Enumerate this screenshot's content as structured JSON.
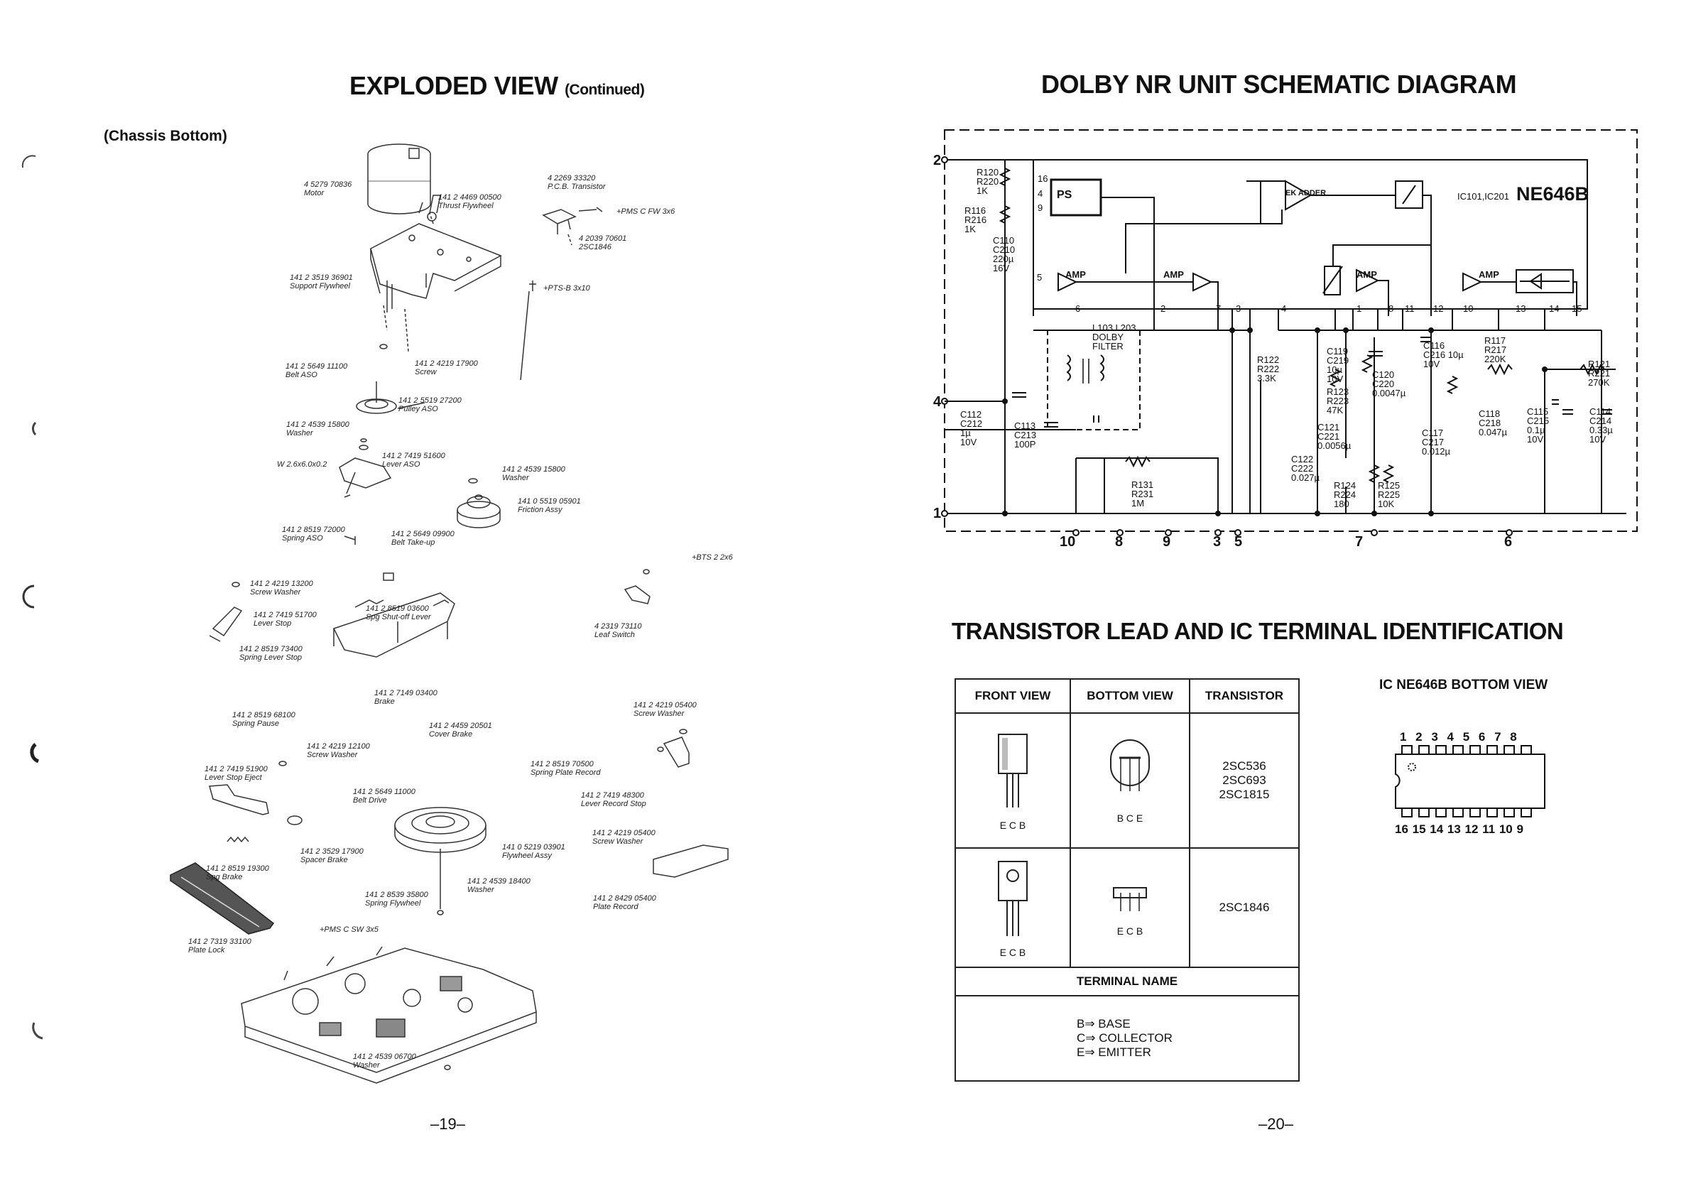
{
  "left_page": {
    "title": "EXPLODED VIEW",
    "title_suffix": "(Continued)",
    "subtitle": "(Chassis Bottom)",
    "page_number": "–19–",
    "parts": [
      {
        "num": "4 5279 70836",
        "name": "Motor"
      },
      {
        "num": "141 2 4469 00500",
        "name": "Thrust Flywheel"
      },
      {
        "num": "4 2269 33320",
        "name": "P.C.B. Transistor"
      },
      {
        "num": "+PMS C FW 3x6",
        "name": ""
      },
      {
        "num": "4 2039 70601",
        "name": "2SC1846"
      },
      {
        "num": "141 2 3519 36901",
        "name": "Support Flywheel"
      },
      {
        "num": "+PTS-B 3x10",
        "name": ""
      },
      {
        "num": "141 2 5649 11100",
        "name": "Belt ASO"
      },
      {
        "num": "141 2 4219 17900",
        "name": "Screw"
      },
      {
        "num": "141 2 5519 27200",
        "name": "Pulley ASO"
      },
      {
        "num": "141 2 4539 15800",
        "name": "Washer"
      },
      {
        "num": "141 2 7419 51600",
        "name": "Lever ASO"
      },
      {
        "num": "W 2.6x6.0x0.2",
        "name": ""
      },
      {
        "num": "141 2 4539 15800",
        "name": "Washer"
      },
      {
        "num": "141 0 5519 05901",
        "name": "Friction Assy"
      },
      {
        "num": "141 2 8519 72000",
        "name": "Spring ASO"
      },
      {
        "num": "141 2 5649 09900",
        "name": "Belt Take-up"
      },
      {
        "num": "+BTS 2 2x6",
        "name": ""
      },
      {
        "num": "141 2 4219 13200",
        "name": "Screw Washer"
      },
      {
        "num": "141 2 7419 51700",
        "name": "Lever Stop"
      },
      {
        "num": "141 2 8519 03600",
        "name": "Spg Shut-off Lever"
      },
      {
        "num": "141 2 8519 73400",
        "name": "Spring Lever Stop"
      },
      {
        "num": "4 2319 73110",
        "name": "Leaf Switch"
      },
      {
        "num": "141 2 7149 03400",
        "name": "Brake"
      },
      {
        "num": "141 2 8519 68100",
        "name": "Spring Pause"
      },
      {
        "num": "141 2 4219 05400",
        "name": "Screw Washer"
      },
      {
        "num": "141 2 4459 20501",
        "name": "Cover Brake"
      },
      {
        "num": "141 2 4219 12100",
        "name": "Screw Washer"
      },
      {
        "num": "141 2 7419 51900",
        "name": "Lever Stop Eject"
      },
      {
        "num": "141 2 8519 70500",
        "name": "Spring Plate Record"
      },
      {
        "num": "141 2 5649 11000",
        "name": "Belt Drive"
      },
      {
        "num": "141 2 7419 48300",
        "name": "Lever Record Stop"
      },
      {
        "num": "141 2 3529 17900",
        "name": "Spacer Brake"
      },
      {
        "num": "141 2 4219 05400",
        "name": "Screw Washer"
      },
      {
        "num": "141 0 5219 03901",
        "name": "Flywheel Assy"
      },
      {
        "num": "141 2 8519 19300",
        "name": "Spg Brake"
      },
      {
        "num": "141 2 4539 18400",
        "name": "Washer"
      },
      {
        "num": "141 2 8539 35800",
        "name": "Spring Flywheel"
      },
      {
        "num": "141 2 8429 05400",
        "name": "Plate Record"
      },
      {
        "num": "141 2 7319 33100",
        "name": "Plate Lock"
      },
      {
        "num": "+PMS C SW 3x5",
        "name": ""
      },
      {
        "num": "141 2 4539 06700",
        "name": "Washer"
      }
    ]
  },
  "right_page": {
    "schematic_title": "DOLBY NR UNIT SCHEMATIC DIAGRAM",
    "page_number": "–20–",
    "schematic": {
      "ic_label": "NE646B",
      "ic_refs": "IC101,IC201",
      "blocks": [
        "PS",
        "AMP",
        "AMP",
        "AMP",
        "AMP",
        "EK ADDER"
      ],
      "filter_label": "L103 L203 DOLBY FILTER",
      "components": [
        "R120 R220 1K",
        "R116 R216 1K",
        "C110 C210 220µ 16V",
        "C112 C212 1µ 10V",
        "C113 C213 100P",
        "R131 R231 1M",
        "R122 R222 3.3K",
        "C119 C219 10µ 10V",
        "C120 C220 0.0047µ",
        "R123 R223 47K",
        "C121 C221 0.0056µ",
        "C122 C222 0.027µ",
        "R124 R224 180",
        "R125 R225 10K",
        "C116 C216 10µ 10V",
        "C117 C217 0.012µ",
        "R117 R217 220K",
        "C118 C218 0.047µ",
        "C115 C215 0.1µ 10V",
        "C114 C214 0.33µ 10V",
        "R121 R221 270K"
      ],
      "edge_pins_left": [
        "2",
        "4",
        "1"
      ],
      "edge_pins_bottom": [
        "10",
        "8",
        "9",
        "3",
        "5",
        "7",
        "6"
      ],
      "ic_pin_numbers": [
        "16",
        "4",
        "9",
        "5",
        "6",
        "2",
        "7",
        "3",
        "4",
        "1",
        "8",
        "11",
        "12",
        "10",
        "13",
        "14",
        "15"
      ]
    },
    "id_title": "TRANSISTOR LEAD AND IC TERMINAL IDENTIFICATION",
    "table": {
      "headers": [
        "FRONT VIEW",
        "BOTTOM VIEW",
        "TRANSISTOR"
      ],
      "rows": [
        {
          "front_leads": "E C B",
          "bottom_leads": "B C E",
          "transistors": [
            "2SC536",
            "2SC693",
            "2SC1815"
          ]
        },
        {
          "front_leads": "E C B",
          "bottom_leads": "E C B",
          "transistors": [
            "2SC1846"
          ]
        }
      ],
      "terminal_header": "TERMINAL NAME",
      "terminals": [
        "B⇒ BASE",
        "C⇒ COLLECTOR",
        "E⇒ EMITTER"
      ]
    },
    "ic_view": {
      "title": "IC NE646B BOTTOM VIEW",
      "top_pins": "1 2 3 4 5 6 7 8",
      "bottom_pins": "16 15 14 13 12 11 10 9"
    }
  }
}
